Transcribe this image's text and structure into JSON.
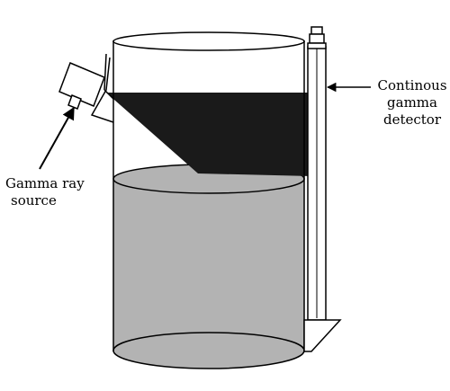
{
  "labels": {
    "detector": [
      "Continous",
      "gamma",
      "detector"
    ],
    "source": [
      "Gamma ray",
      "source"
    ]
  },
  "colors": {
    "outline": "#000000",
    "liquid": "#b3b3b3",
    "radiation_beam": "#1a1a1a",
    "background": "#ffffff"
  },
  "icons": {
    "source": "gamma-source-housing",
    "detector": "detector-rod",
    "arrows": "arrow-pointer"
  }
}
